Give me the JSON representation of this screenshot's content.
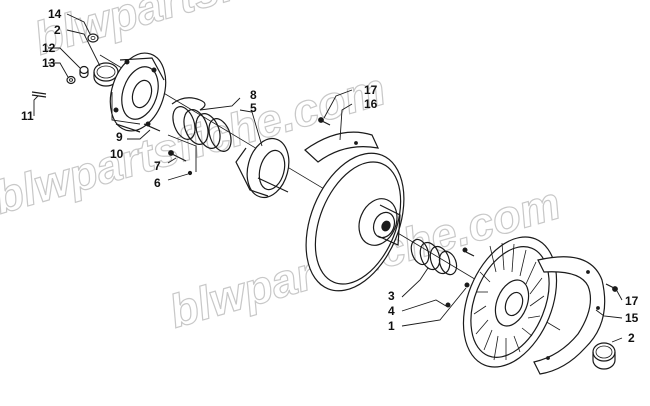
{
  "watermark": "blwpartsfiche.com",
  "callouts": [
    {
      "id": "c14",
      "label": "14"
    },
    {
      "id": "c2a",
      "label": "2"
    },
    {
      "id": "c12",
      "label": "12"
    },
    {
      "id": "c13",
      "label": "13"
    },
    {
      "id": "c11",
      "label": "11"
    },
    {
      "id": "c9",
      "label": "9"
    },
    {
      "id": "c10",
      "label": "10"
    },
    {
      "id": "c8",
      "label": "8"
    },
    {
      "id": "c5",
      "label": "5"
    },
    {
      "id": "c7",
      "label": "7"
    },
    {
      "id": "c6",
      "label": "6"
    },
    {
      "id": "c17a",
      "label": "17"
    },
    {
      "id": "c16",
      "label": "16"
    },
    {
      "id": "c3",
      "label": "3"
    },
    {
      "id": "c4",
      "label": "4"
    },
    {
      "id": "c1",
      "label": "1"
    },
    {
      "id": "c17b",
      "label": "17"
    },
    {
      "id": "c15",
      "label": "15"
    },
    {
      "id": "c2b",
      "label": "2"
    }
  ]
}
